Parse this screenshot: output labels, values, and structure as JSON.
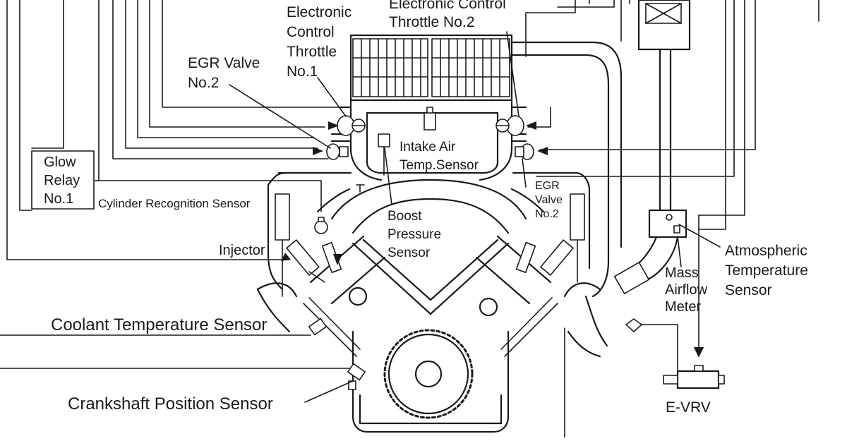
{
  "labels": {
    "etc1_line1": "Electronic",
    "etc1_line2": "Control",
    "etc1_line3": "Throttle",
    "etc1_line4": "No.1",
    "etc2_line1": "Electronic Control",
    "etc2_line2": "Throttle No.2",
    "egr1_line1": "EGR Valve",
    "egr1_line2": "No.2",
    "glow_line1": "Glow",
    "glow_line2": "Relay",
    "glow_line3": "No.1",
    "cyl_recog": "Cylinder Recognition Sensor",
    "intake_line1": "Intake Air",
    "intake_line2": "Temp.Sensor",
    "egr2_line1": "EGR",
    "egr2_line2": "Valve",
    "egr2_line3": "No.2",
    "boost_line1": "Boost",
    "boost_line2": "Pressure",
    "boost_line3": "Sensor",
    "injector": "Injector",
    "atm_line1": "Atmospheric",
    "atm_line2": "Temperature",
    "atm_line3": "Sensor",
    "maf_line1": "Mass",
    "maf_line2": "Airflow",
    "maf_line3": "Meter",
    "coolant": "Coolant Temperature Sensor",
    "crank": "Crankshaft Position Sensor",
    "evrv": "E-VRV"
  }
}
